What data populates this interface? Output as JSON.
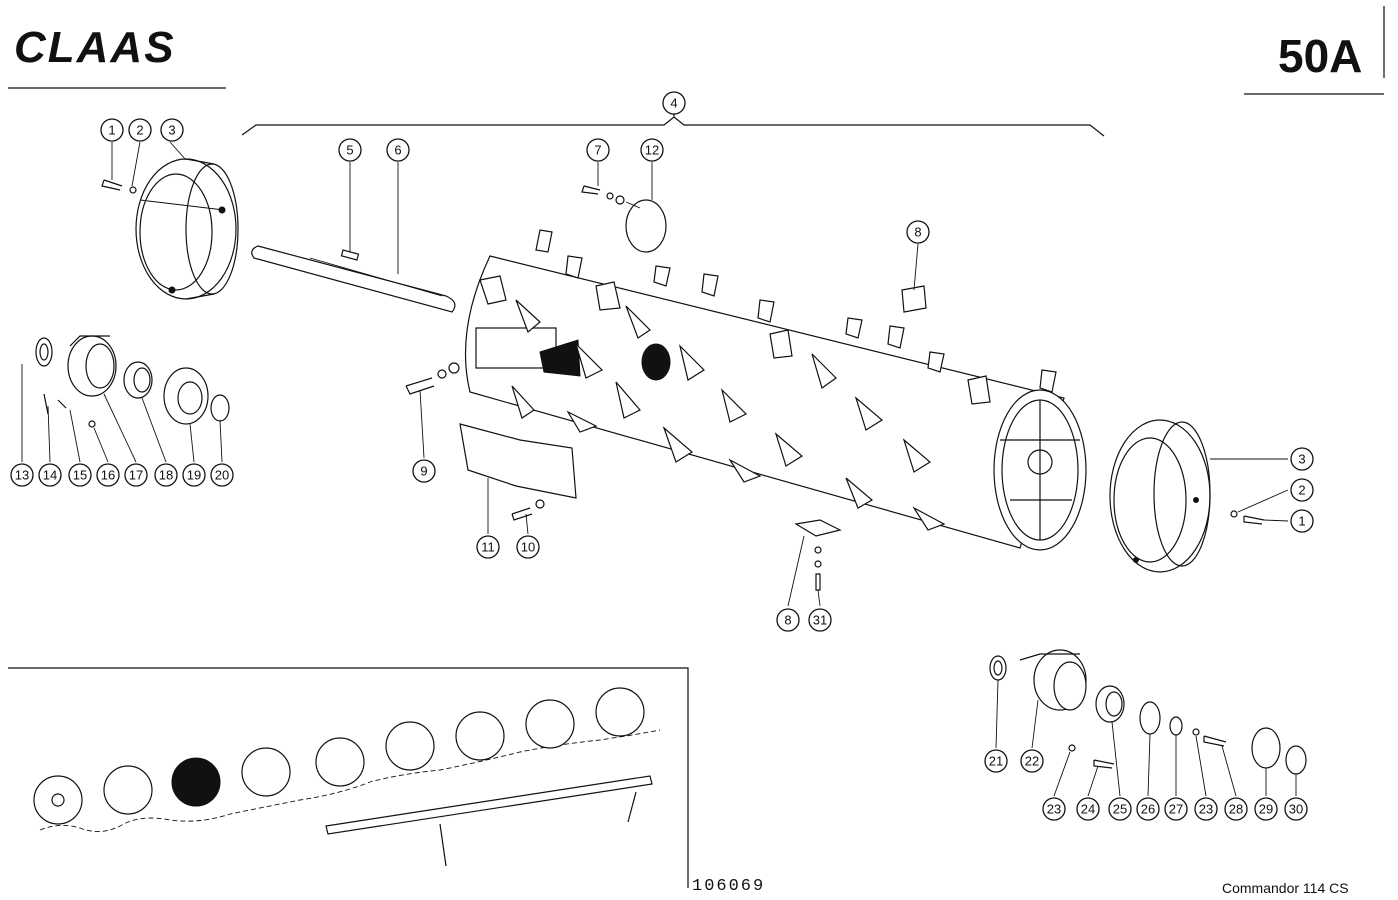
{
  "header": {
    "brand": "CLAAS",
    "page_code": "50A"
  },
  "footer": {
    "drawing_number": "106069",
    "model": "Commandor 114 CS"
  },
  "callout_labels": [
    "1",
    "2",
    "3",
    "4",
    "5",
    "6",
    "7",
    "8",
    "9",
    "10",
    "11",
    "12",
    "13",
    "14",
    "15",
    "16",
    "17",
    "18",
    "19",
    "20",
    "21",
    "22",
    "23",
    "24",
    "25",
    "26",
    "27",
    "28",
    "29",
    "30",
    "31"
  ]
}
